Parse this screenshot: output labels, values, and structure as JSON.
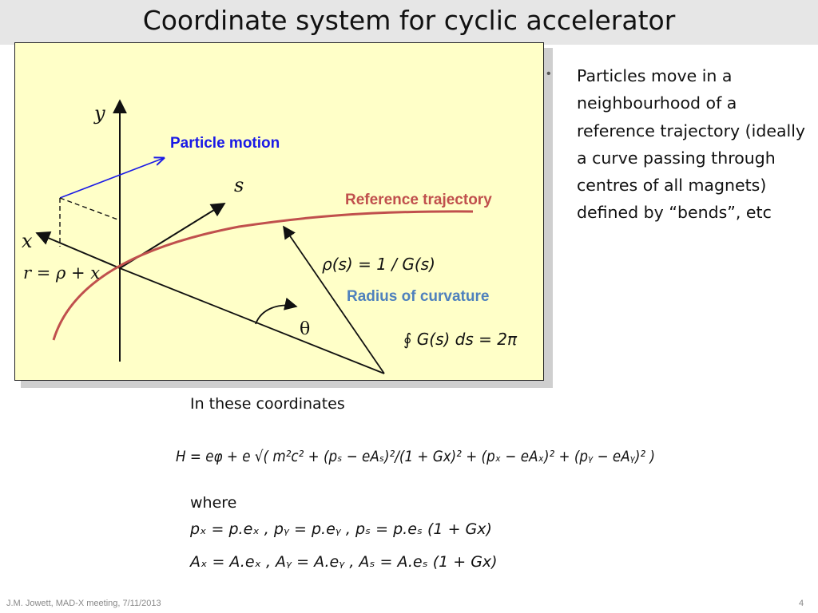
{
  "slide": {
    "title": "Coordinate system for cyclic accelerator",
    "bullet": "Particles move in a neighbourhood of a reference trajectory (ideally a curve passing through centres of all magnets) defined by “bends”, etc",
    "intro_text": "In these coordinates",
    "where_text": "where",
    "footer_left": "J.M. Jowett, MAD-X meeting, 7/11/2013",
    "page_number": "4"
  },
  "diagram": {
    "label_y": "y",
    "label_x": "x",
    "label_s": "s",
    "label_r": "r = ρ + x",
    "label_particle_motion": "Particle motion",
    "label_reference_trajectory": "Reference trajectory",
    "label_radius_of_curvature": "Radius of curvature",
    "label_theta": "θ",
    "eq_rho": "ρ(s) = 1 / G(s)",
    "eq_integral": "∮ G(s) ds = 2π",
    "colors": {
      "particle_motion": "#1a1ae6",
      "reference_trajectory": "#c0504d",
      "radius_of_curvature": "#4f81bd",
      "box_fill": "#ffffc8"
    }
  },
  "equations": {
    "hamiltonian": "H = eφ + e √( m²c² + (pₛ − eAₛ)²/(1 + Gx)² + (pₓ − eAₓ)² + (pᵧ − eAᵧ)² )",
    "momenta": "pₓ = p.eₓ , pᵧ = p.eᵧ , pₛ = p.eₛ (1 + Gx)",
    "potentials": "Aₓ = A.eₓ , Aᵧ = A.eᵧ , Aₛ = A.eₛ (1 + Gx)"
  }
}
